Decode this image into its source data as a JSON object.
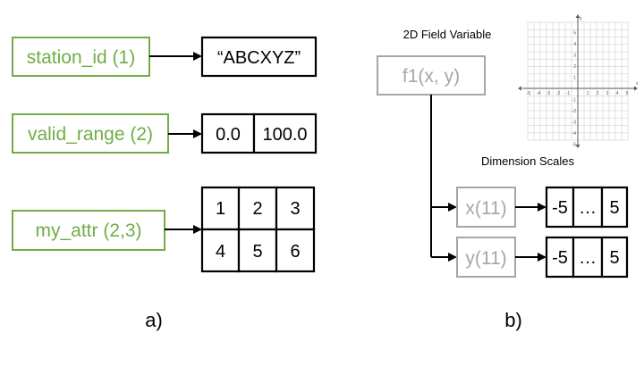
{
  "panel_a": {
    "attributes": [
      {
        "name": "station_id (1)",
        "values": [
          "“ABCXYZ”"
        ]
      },
      {
        "name": "valid_range (2)",
        "values": [
          "0.0",
          "100.0"
        ]
      },
      {
        "name": "my_attr (2,3)",
        "rows": [
          [
            "1",
            "2",
            "3"
          ],
          [
            "4",
            "5",
            "6"
          ]
        ]
      }
    ],
    "caption": "a)"
  },
  "panel_b": {
    "field_title": "2D Field Variable",
    "field_name": "f1(x, y)",
    "scales_title": "Dimension Scales",
    "scales": [
      {
        "name": "x(11)",
        "values": [
          "-5",
          "…",
          "5"
        ]
      },
      {
        "name": "y(11)",
        "values": [
          "-5",
          "…",
          "5"
        ]
      }
    ],
    "grid_axis_x_label": "x",
    "grid_axis_y_label": "y",
    "grid_ticks": [
      "-5",
      "-4",
      "-3",
      "-2",
      "-1",
      "1",
      "2",
      "3",
      "4",
      "5"
    ],
    "caption": "b)"
  },
  "colors": {
    "attribute_border": "#70ad47",
    "variable_border": "#a6a6a6",
    "value_border": "#000000"
  }
}
